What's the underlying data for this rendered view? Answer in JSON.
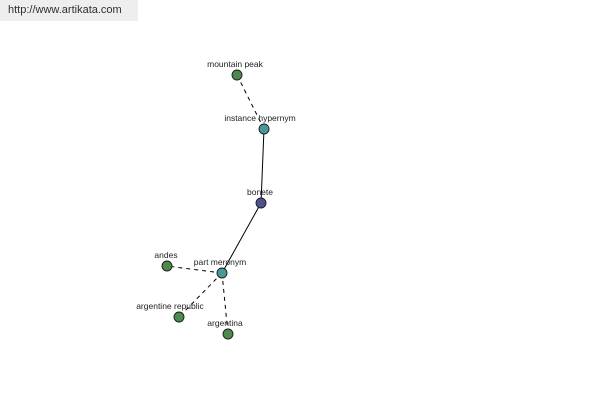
{
  "site": {
    "url": "http://www.artikata.com"
  },
  "graph": {
    "colors": {
      "center": "#4c5290",
      "relation": "#4a9898",
      "term": "#4e8a4b",
      "edge": "#000000"
    },
    "nodes": [
      {
        "id": "bonete",
        "label": "bonete",
        "kind": "center"
      },
      {
        "id": "instance-hypernym",
        "label": "instance hypernym",
        "kind": "relation"
      },
      {
        "id": "part-meronym",
        "label": "part meronym",
        "kind": "relation"
      },
      {
        "id": "mountain-peak",
        "label": "mountain peak",
        "kind": "term"
      },
      {
        "id": "andes",
        "label": "andes",
        "kind": "term"
      },
      {
        "id": "argentine-republic",
        "label": "argentine republic",
        "kind": "term"
      },
      {
        "id": "argentina",
        "label": "argentina",
        "kind": "term"
      }
    ],
    "edges": [
      {
        "from": "bonete",
        "to": "instance-hypernym",
        "style": "solid"
      },
      {
        "from": "bonete",
        "to": "part-meronym",
        "style": "solid"
      },
      {
        "from": "instance-hypernym",
        "to": "mountain-peak",
        "style": "dashed"
      },
      {
        "from": "part-meronym",
        "to": "andes",
        "style": "dashed"
      },
      {
        "from": "part-meronym",
        "to": "argentine-republic",
        "style": "dashed"
      },
      {
        "from": "part-meronym",
        "to": "argentina",
        "style": "dashed"
      }
    ]
  }
}
